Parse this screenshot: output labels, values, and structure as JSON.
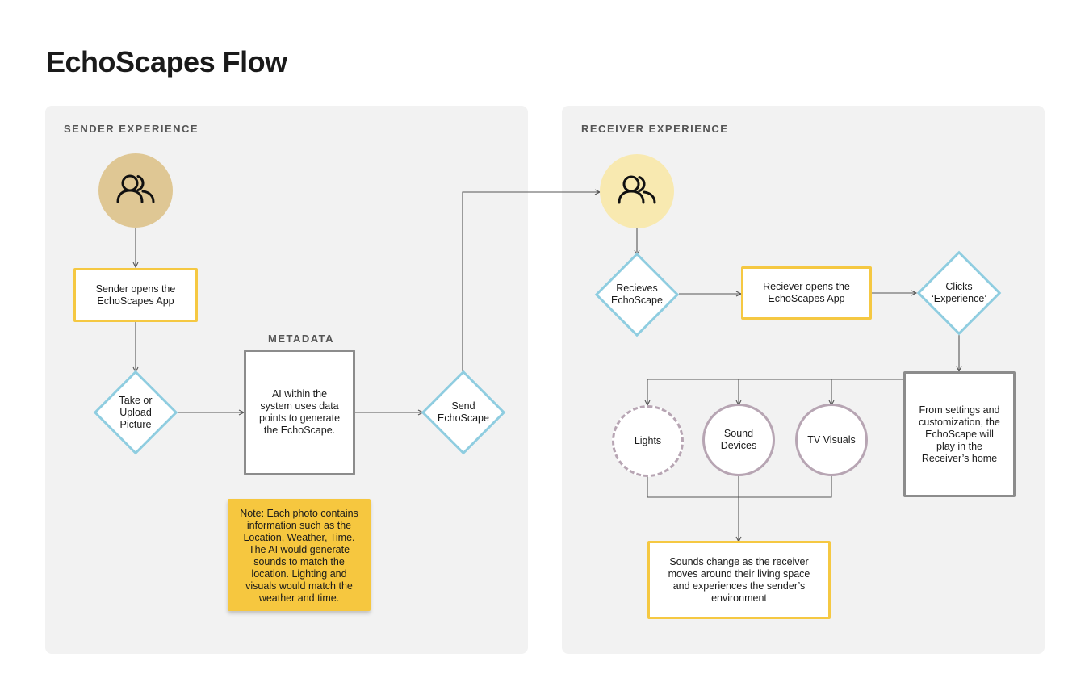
{
  "title": "EchoScapes Flow",
  "colors": {
    "panel_bg": "#f2f2f2",
    "yellow_border": "#f5c842",
    "diamond_border": "#8fcde0",
    "grey_border": "#8c8c8c",
    "circle_border": "#b7a5b3",
    "sender_avatar": "#dfc794",
    "receiver_avatar": "#f8e9b0",
    "note_bg": "#f6c73f"
  },
  "sender": {
    "label": "SENDER EXPERIENCE",
    "avatar_icon": "users-icon",
    "open_app": "Sender opens the EchoScapes App",
    "take_picture": "Take or Upload Picture",
    "metadata_label": "METADATA",
    "ai_box": "AI within the system uses data points to generate the EchoScape.",
    "send": "Send EchoScape",
    "note": "Note: Each photo contains information such as the Location, Weather, Time. The AI would generate sounds to match the location. Lighting and visuals would match the weather and time."
  },
  "receiver": {
    "label": "RECEIVER EXPERIENCE",
    "avatar_icon": "users-icon",
    "receives": "Recieves EchoScape",
    "open_app": "Reciever opens the EchoScapes App",
    "clicks": "Clicks ‘Experience’",
    "settings": "From settings and customization, the EchoScape will play in the Receiver’s home",
    "lights": "Lights",
    "sound_devices": "Sound Devices",
    "tv_visuals": "TV Visuals",
    "sounds_change": "Sounds change as the receiver moves around their living space and experiences the sender’s environment"
  }
}
